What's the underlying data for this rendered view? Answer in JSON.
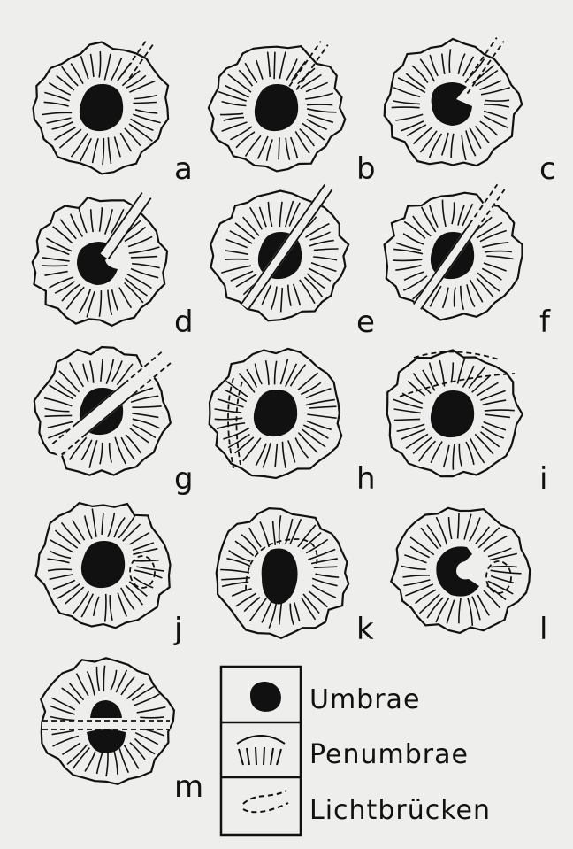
{
  "panels": [
    {
      "label": "a",
      "umbra": "round",
      "bridge": "short-dashed-edge"
    },
    {
      "label": "b",
      "umbra": "round",
      "bridge": "dashed-to-umbra"
    },
    {
      "label": "c",
      "umbra": "notched",
      "bridge": "dashed-to-umbra"
    },
    {
      "label": "d",
      "umbra": "indented",
      "bridge": "solid-to-umbra"
    },
    {
      "label": "e",
      "umbra": "split",
      "bridge": "solid-through"
    },
    {
      "label": "f",
      "umbra": "split",
      "bridge": "solid-through-dashed-outer"
    },
    {
      "label": "g",
      "umbra": "split",
      "bridge": "wide-through"
    },
    {
      "label": "h",
      "umbra": "round",
      "bridge": "side-penumbra-dashed"
    },
    {
      "label": "i",
      "umbra": "round",
      "bridge": "top-penumbra-dashed"
    },
    {
      "label": "j",
      "umbra": "round",
      "bridge": "dashed-ring-right"
    },
    {
      "label": "k",
      "umbra": "irregular",
      "bridge": "dashed-arc"
    },
    {
      "label": "l",
      "umbra": "c-shape",
      "bridge": "dashed-ring-right"
    },
    {
      "label": "m",
      "umbra": "two-parts",
      "bridge": "horizontal-dashed"
    }
  ],
  "legend": {
    "umbrae": "Umbrae",
    "penumbrae": "Penumbrae",
    "lichtbruecken": "Lichtbrücken"
  },
  "colors": {
    "background": "#eeeeec",
    "ink": "#111111"
  }
}
